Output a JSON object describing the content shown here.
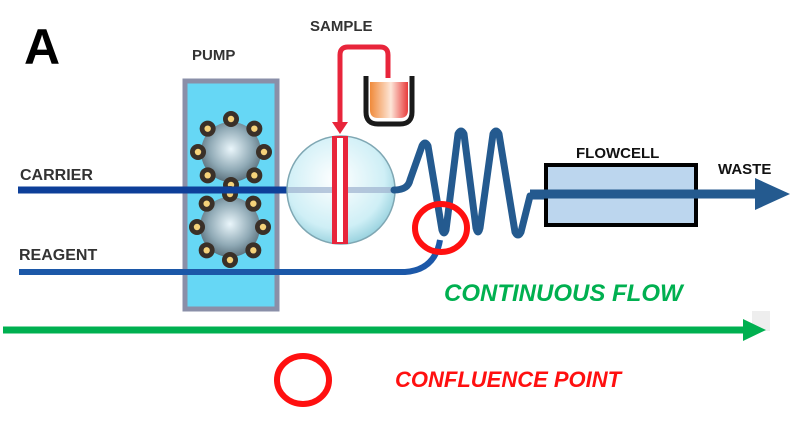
{
  "panel_label": "A",
  "labels": {
    "pump": "PUMP",
    "sample": "SAMPLE",
    "carrier": "CARRIER",
    "reagent": "REAGENT",
    "flowcell": "FLOWCELL",
    "waste": "WASTE",
    "continuous_flow": "CONTINUOUS FLOW",
    "confluence_point": "CONFLUENCE POINT"
  },
  "colors": {
    "tube": "#0d3f99",
    "coil": "#245a8f",
    "pump_fill": "#66d7f5",
    "pump_border": "#8a8fa8",
    "flowcell_fill": "#bcd6ee",
    "sample_line": "#e8253b",
    "confluence": "#ff1010",
    "flow_arrow": "#00b050",
    "label_text": "#333333"
  }
}
